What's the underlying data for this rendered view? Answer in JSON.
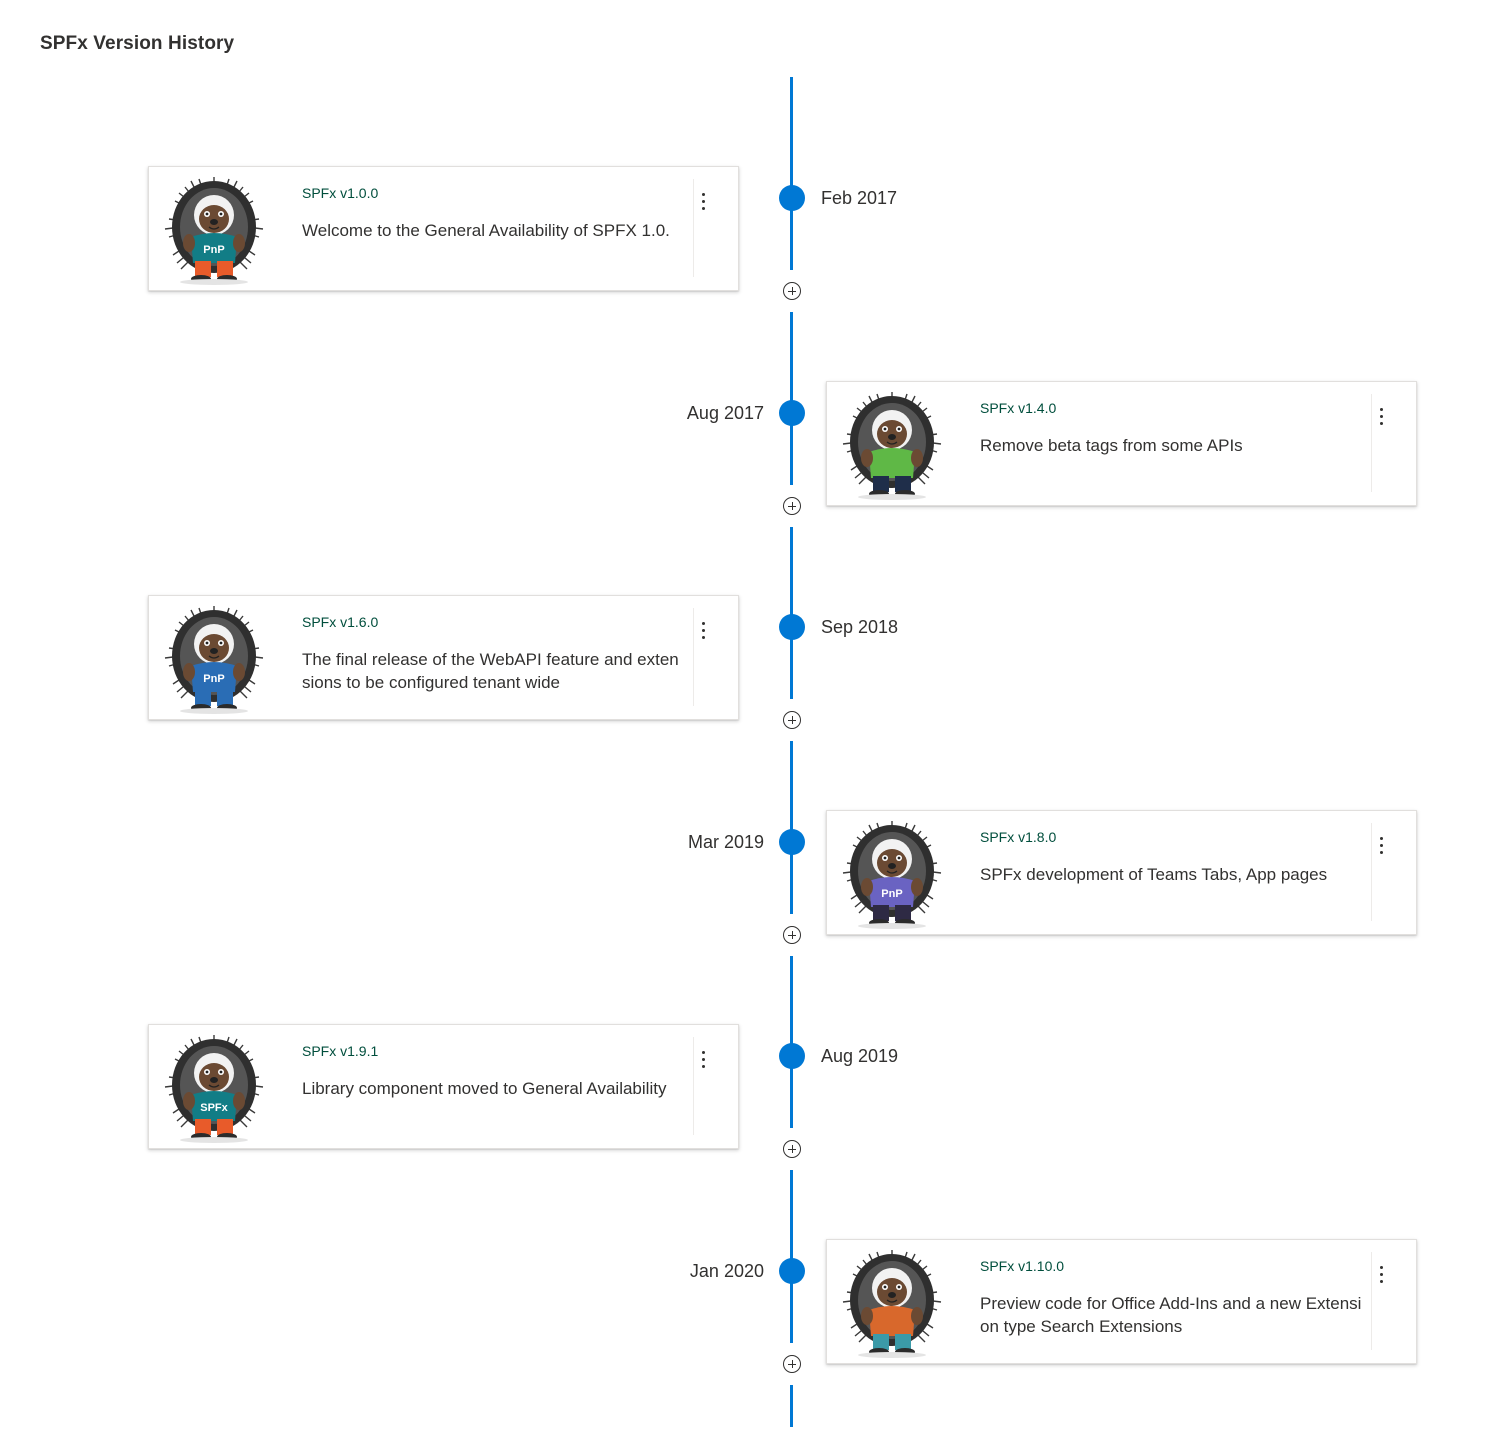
{
  "page": {
    "title": "SPFx Version History"
  },
  "colors": {
    "accent": "#0078d4",
    "card_title": "#004e3c",
    "text": "#323130"
  },
  "icons": {
    "add": "add-circle-icon",
    "more": "more-vertical-icon",
    "mascot": "porcupine-mascot-icon"
  },
  "events": [
    {
      "date": "Feb 2017",
      "title": "SPFx v1.0.0",
      "description": "Welcome to the General Availability of SPFX 1.0.",
      "shirt_text": "PnP",
      "shirt_color": "#127d86",
      "pants_color": "#e85b2a"
    },
    {
      "date": "Aug 2017",
      "title": "SPFx v1.4.0",
      "description": "Remove beta tags from some APIs",
      "shirt_text": "",
      "shirt_color": "#5fb846",
      "pants_color": "#1f2e4a"
    },
    {
      "date": "Sep 2018",
      "title": "SPFx v1.6.0",
      "description": "The final release of the WebAPI feature and extensions to be configured tenant wide",
      "shirt_text": "PnP",
      "shirt_color": "#2a6db5",
      "pants_color": "#2a6db5"
    },
    {
      "date": "Mar 2019",
      "title": "SPFx v1.8.0",
      "description": "SPFx development of Teams Tabs, App pages",
      "shirt_text": "PnP",
      "shirt_color": "#6a63c2",
      "pants_color": "#2e2a44"
    },
    {
      "date": "Aug 2019",
      "title": "SPFx v1.9.1",
      "description": "Library component moved to General Availability",
      "shirt_text": "SPFx",
      "shirt_color": "#127d86",
      "pants_color": "#e85b2a"
    },
    {
      "date": "Jan 2020",
      "title": "SPFx v1.10.0",
      "description": "Preview code for Office Add-Ins and a new Extension type Search Extensions",
      "shirt_text": "",
      "shirt_color": "#d8682c",
      "pants_color": "#3b9aa8"
    }
  ]
}
